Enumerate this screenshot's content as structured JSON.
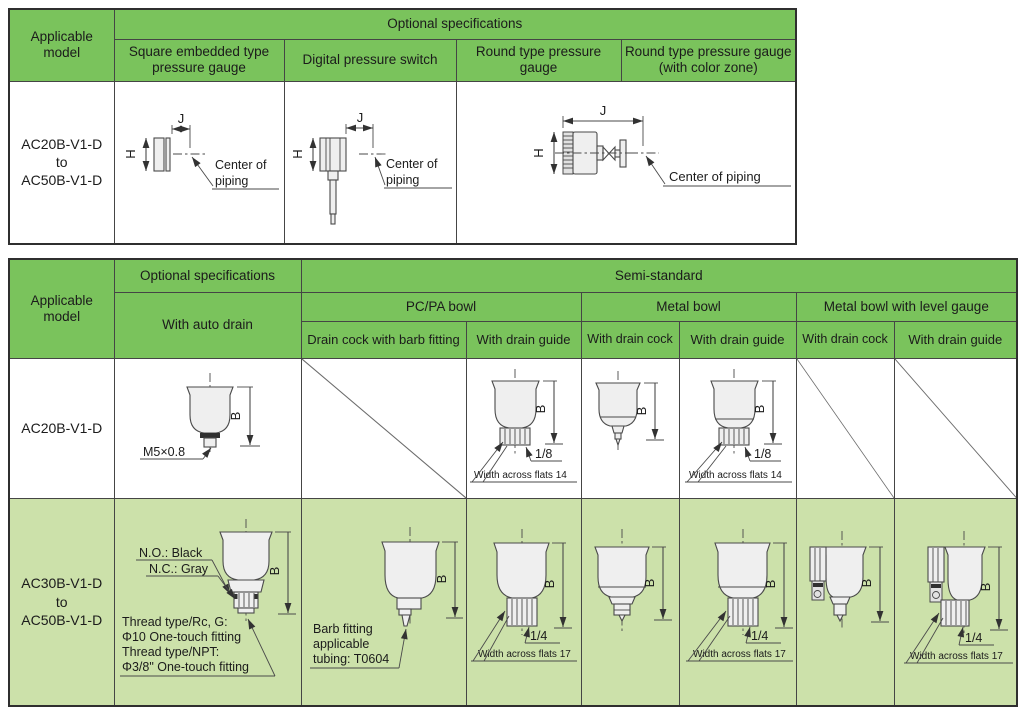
{
  "colors": {
    "header_green": "#7ac35c",
    "row_green": "#cce1aa",
    "border": "#2f2f2f"
  },
  "dims": {
    "j": "J",
    "h": "H",
    "b": "B"
  },
  "notes": {
    "center_of": "Center of",
    "piping": "piping",
    "center_of_piping": "Center of piping"
  },
  "table1": {
    "header": {
      "applicable_model": "Applicable model",
      "optional_specifications": "Optional specifications",
      "col_square": "Square embedded type pressure gauge",
      "col_digital": "Digital pressure switch",
      "col_round": "Round type pressure gauge",
      "col_round_color": "Round type pressure gauge (with color zone)"
    },
    "row": {
      "model_line1": "AC20B-V1-D",
      "model_line2": "to",
      "model_line3": "AC50B-V1-D"
    }
  },
  "table2": {
    "header": {
      "applicable_model": "Applicable model",
      "optional_specifications": "Optional specifications",
      "semi_standard": "Semi-standard",
      "with_auto_drain": "With auto drain",
      "group_pcpa": "PC/PA bowl",
      "group_metal": "Metal bowl",
      "group_level": "Metal bowl with level gauge",
      "col_barb": "Drain cock with barb fitting",
      "col_guide_pcpa": "With drain guide",
      "col_cock_metal": "With drain cock",
      "col_guide_metal": "With drain guide",
      "col_cock_level": "With drain cock",
      "col_guide_level": "With drain guide"
    },
    "row1": {
      "model": "AC20B-V1-D",
      "auto_drain_label": "M5×0.8",
      "size": "1/8",
      "flats": "Width across flats 14"
    },
    "row2": {
      "model_line1": "AC30B-V1-D",
      "model_line2": "to",
      "model_line3": "AC50B-V1-D",
      "no_label": "N.O.: Black",
      "nc_label": "N.C.: Gray",
      "thread_line1": "Thread type/Rc, G:",
      "thread_line2": "Φ10 One-touch fitting",
      "thread_line3": "Thread type/NPT:",
      "thread_line4": "Φ3/8\" One-touch fitting",
      "barb_line1": "Barb fitting",
      "barb_line2": "applicable",
      "barb_line3": "tubing: T0604",
      "size": "1/4",
      "flats": "Width across flats 17"
    }
  }
}
